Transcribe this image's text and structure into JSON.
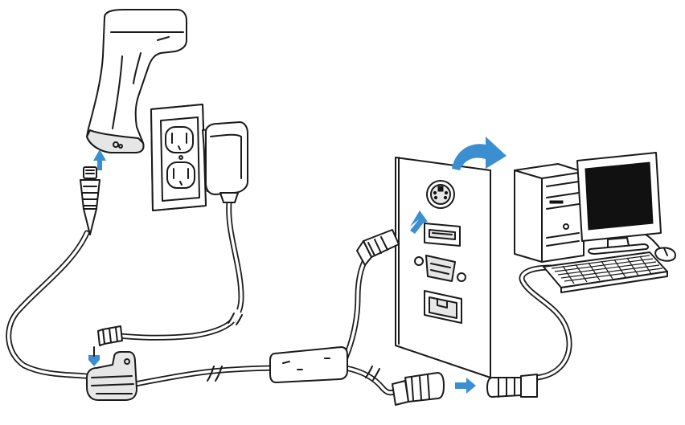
{
  "colors": {
    "arrow": "#3b8fd0",
    "outline": "#1a1a1a",
    "background": "#ffffff",
    "screen": "#111111",
    "shade": "#e6e6e6"
  },
  "parts": [
    "barcode-scanner",
    "wall-outlet",
    "power-adapter",
    "scanner-cable-connector",
    "power-jack",
    "y-cable-splitter",
    "computer-back-panel",
    "ps2-port",
    "usb-port",
    "serial-port",
    "ethernet-port",
    "ps2-keyboard-plug",
    "ps2-keyboard-socket",
    "desktop-computer",
    "monitor",
    "keyboard",
    "mouse"
  ],
  "arrows": [
    "arrow-into-scanner",
    "arrow-power-jack",
    "arrow-into-ps2-port",
    "arrow-turn-around-panel",
    "arrow-plug-to-keyboard"
  ]
}
